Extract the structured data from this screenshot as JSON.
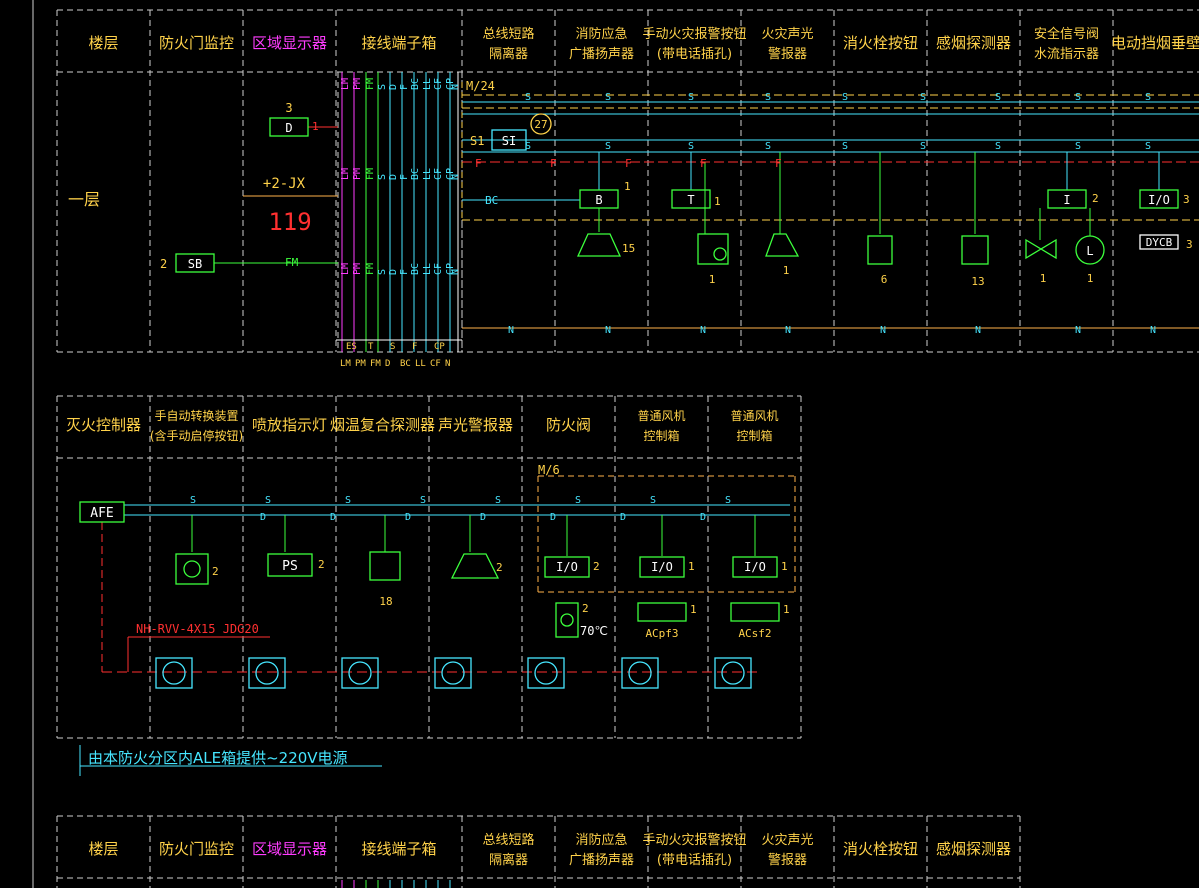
{
  "section1": {
    "headers": [
      {
        "key": "floor",
        "text": "楼层",
        "color": "#ffd24a"
      },
      {
        "key": "firedoor",
        "text": "防火门监控",
        "color": "#ffd24a"
      },
      {
        "key": "zone",
        "text": "区域显示器",
        "color": "#ff3cff"
      },
      {
        "key": "terminal",
        "text": "接线端子箱",
        "color": "#ffd24a"
      },
      {
        "key": "isolator",
        "text": "总线短路\n隔离器",
        "color": "#ffd24a"
      },
      {
        "key": "speaker",
        "text": "消防应急\n广播扬声器",
        "color": "#ffd24a"
      },
      {
        "key": "manual",
        "text": "手动火灾报警按钮\n(带电话插孔)",
        "color": "#ffd24a"
      },
      {
        "key": "alarm",
        "text": "火灾声光\n警报器",
        "color": "#ffd24a"
      },
      {
        "key": "hydrant",
        "text": "消火栓按钮",
        "color": "#ffd24a"
      },
      {
        "key": "smoke",
        "text": "感烟探测器",
        "color": "#ffd24a"
      },
      {
        "key": "valve",
        "text": "安全信号阀\n水流指示器",
        "color": "#ffd24a"
      },
      {
        "key": "curtain",
        "text": "电动挡烟垂壁",
        "color": "#ffd24a"
      }
    ],
    "floor_label": "一层",
    "bus_label": "M/24",
    "s1_label": "S1",
    "si_label": "SI",
    "loop_count": "27",
    "d_label": "D",
    "d_count": "3",
    "d_tag": "1",
    "jx_label": "+2-JX",
    "jx_number": "119",
    "bc_label": "BC",
    "sb_label": "SB",
    "sb_count": "2",
    "fm_label": "FM",
    "b_label": "B",
    "b_count": "1",
    "spk_count": "15",
    "t_label": "T",
    "t_count": "1",
    "manual_count": "1",
    "alarm_count": "1",
    "hydrant_count": "6",
    "smoke_count": "13",
    "i_label": "I",
    "i_count": "2",
    "valve_count": "1",
    "flow_label": "L",
    "flow_count": "1",
    "io_label": "I/O",
    "io_count": "3",
    "dycb_label": "DYCB",
    "dycb_count": "3",
    "terminal_cols": [
      "LM",
      "PM",
      "FM",
      "S",
      "D",
      "F",
      "BC",
      "LL",
      "CF",
      "CP",
      "N"
    ],
    "terminal_bottom": [
      "LM",
      "PM",
      "FM",
      "D",
      "BC",
      "LL",
      "CF",
      "N"
    ],
    "terminal_bottom_top": [
      "ES",
      "T",
      "S",
      "F",
      "CP"
    ],
    "wire_letters": {
      "s": "S",
      "d": "D",
      "f": "F",
      "n": "N"
    }
  },
  "section2": {
    "headers": [
      {
        "key": "extinguisher",
        "text": "灭火控制器"
      },
      {
        "key": "auto",
        "text": "手自动转换装置\n(含手动启停按钮)"
      },
      {
        "key": "spray",
        "text": "喷放指示灯"
      },
      {
        "key": "combo",
        "text": "烟温复合探测器"
      },
      {
        "key": "sound",
        "text": "声光警报器"
      },
      {
        "key": "damper",
        "text": "防火阀"
      },
      {
        "key": "fan1",
        "text": "普通风机\n控制箱"
      },
      {
        "key": "fan2",
        "text": "普通风机\n控制箱"
      }
    ],
    "afe_label": "AFE",
    "auto_count": "2",
    "ps_label": "PS",
    "ps_count": "2",
    "combo_count": "18",
    "sound_count": "2",
    "m6_label": "M/6",
    "io_label": "I/O",
    "io_counts": [
      "2",
      "1",
      "1"
    ],
    "damper_count": "2",
    "temp_label": "70℃",
    "fan_counts": [
      "1",
      "1"
    ],
    "fan_labels": [
      "ACpf3",
      "ACsf2"
    ],
    "cable_label": "NH-RVV-4X15 JDG20",
    "power_note": "由本防火分区内ALE箱提供~220V电源"
  },
  "section3": {
    "headers": [
      {
        "key": "floor",
        "text": "楼层",
        "color": "#ffd24a"
      },
      {
        "key": "firedoor",
        "text": "防火门监控",
        "color": "#ffd24a"
      },
      {
        "key": "zone",
        "text": "区域显示器",
        "color": "#ff3cff"
      },
      {
        "key": "terminal",
        "text": "接线端子箱",
        "color": "#ffd24a"
      },
      {
        "key": "isolator",
        "text": "总线短路\n隔离器",
        "color": "#ffd24a"
      },
      {
        "key": "speaker",
        "text": "消防应急\n广播扬声器",
        "color": "#ffd24a"
      },
      {
        "key": "manual",
        "text": "手动火灾报警按钮\n(带电话插孔)",
        "color": "#ffd24a"
      },
      {
        "key": "alarm",
        "text": "火灾声光\n警报器",
        "color": "#ffd24a"
      },
      {
        "key": "hydrant",
        "text": "消火栓按钮",
        "color": "#ffd24a"
      },
      {
        "key": "smoke",
        "text": "感烟探测器",
        "color": "#ffd24a"
      }
    ]
  }
}
